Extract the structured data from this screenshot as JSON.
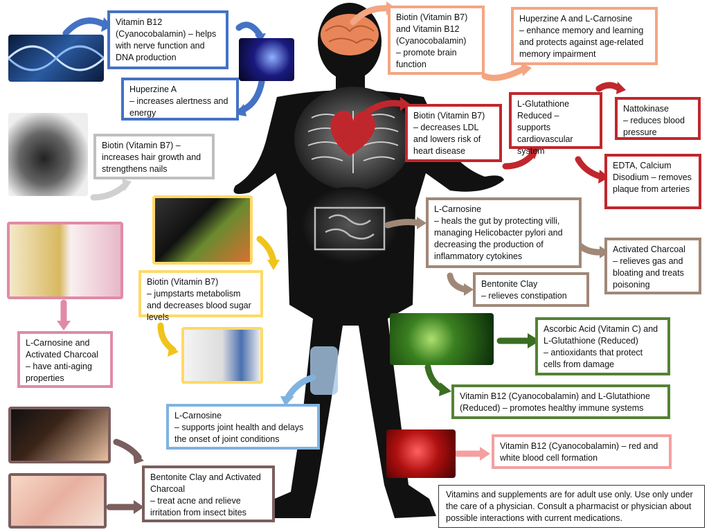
{
  "boxes": {
    "b12_nerve": "Vitamin B12 (Cyanocobalamin) – helps with nerve function and DNA production",
    "huperzine_alert": "Huperzine A\n– increases alertness and energy",
    "biotin_hair": "Biotin (Vitamin B7)  – increases hair growth and strengthens nails",
    "biotin_brain": "Biotin (Vitamin B7) and Vitamin B12 (Cyanocobalamin)\n– promote brain function",
    "huperzine_memory": "Huperzine A and L-Carnosine\n– enhance memory and learning and protects against age-related memory impairment",
    "biotin_ldl": "Biotin (Vitamin B7)\n– decreases LDL and lowers risk of heart disease",
    "glutathione_cardio": "L-Glutathione Reduced – supports cardiovascular system",
    "nattokinase": "Nattokinase\n– reduces blood pressure",
    "edta": "EDTA, Calcium Disodium – removes plaque from arteries",
    "carnosine_gut": "L-Carnosine\n– heals the gut by protecting villi, managing Helicobacter pylori and decreasing the production of inflammatory cytokines",
    "charcoal_gas": "Activated Charcoal\n– relieves gas and bloating and treats poisoning",
    "bentonite_constipation": "Bentonite Clay\n– relieves constipation",
    "biotin_metabolism": "Biotin (Vitamin B7)\n– jumpstarts metabolism and decreases blood sugar levels",
    "antiaging": "L-Carnosine and Activated Charcoal\n– have anti-aging properties",
    "antioxidants": "Ascorbic Acid (Vitamin C) and L-Glutathione (Reduced)\n– antioxidants that protect cells from damage",
    "immune": "Vitamin B12 (Cyanocobalamin) and L-Glutathione (Reduced) – promotes healthy immune systems",
    "joint": "L-Carnosine\n– supports joint health and delays the onset of joint conditions",
    "blood_cells": "Vitamin B12 (Cyanocobalamin) – red and white blood cell formation",
    "acne": "Bentonite Clay and Activated Charcoal\n– treat acne and relieve irritation from insect bites",
    "disclaimer": "Vitamins and supplements are for adult use only. Use only under the care of a physician. Consult a pharmacist or physician about possible interactions with current medications."
  },
  "colors": {
    "blue": "#4472c4",
    "orange": "#f4a582",
    "red": "#c0272d",
    "gray": "#bfbfbf",
    "yellow": "#ffd966",
    "pink": "#e08aa8",
    "brown": "#a08878",
    "green": "#548235",
    "sky": "#7fb3e0",
    "silhouette": "#111111"
  },
  "icons": [
    "dna-image",
    "neuron-image",
    "hair-image",
    "clock-hourglass-image",
    "fitness-food-image",
    "sugar-glucose-meter-image",
    "mosquito-image",
    "skin-image",
    "virus-image",
    "blood-cells-image",
    "brain-icon",
    "heart-icon",
    "intestine-icon",
    "knee-joint-icon"
  ]
}
